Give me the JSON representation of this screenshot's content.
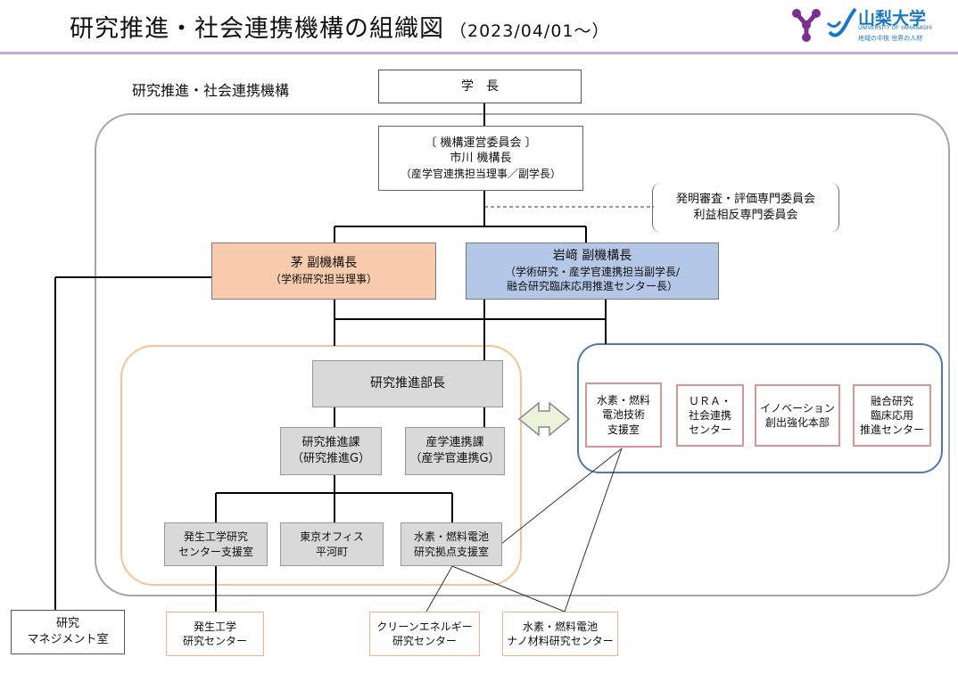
{
  "header": {
    "title": "研究推進・社会連携機構の組織図",
    "date": "（2023/04/01～）"
  },
  "logo": {
    "name": "山梨大学",
    "english": "UNIVERSITY OF YAMANASHI",
    "tagline": "地域の中核 世界の人材"
  },
  "org_label": "研究推進・社会連携機構",
  "nodes": {
    "president": "学　長",
    "committee": {
      "line1": "〔 機構運営委員会 〕",
      "line2": "市川 機構長",
      "line3": "（産学官連携担当理事／副学長）"
    },
    "review": {
      "line1": "発明審査・評価専門委員会",
      "line2": "利益相反専門委員会"
    },
    "vice1": {
      "line1": "茅 副機構長",
      "line2": "（学術研究担当理事）"
    },
    "vice2": {
      "line1": "岩﨑 副機構長",
      "line2": "（学術研究・産学官連携担当副学長/",
      "line3": "融合研究臨床応用推進センター長）"
    },
    "dept_head": "研究推進部長",
    "division1": {
      "line1": "研究推進課",
      "line2": "（研究推進G）"
    },
    "division2": {
      "line1": "産学連携課",
      "line2": "（産学官連携G）"
    },
    "office1": {
      "line1": "発生工学研究",
      "line2": "センター支援室"
    },
    "office2": {
      "line1": "東京オフィス",
      "line2": "平河町"
    },
    "office3": {
      "line1": "水素・燃料電池",
      "line2": "研究拠点支援室"
    },
    "center1": {
      "line1": "水素・燃料",
      "line2": "電池技術",
      "line3": "支援室"
    },
    "center2": {
      "line1": "ＵＲＡ・",
      "line2": "社会連携",
      "line3": "センター"
    },
    "center3": {
      "line1": "イノベーション",
      "line2": "創出強化本部"
    },
    "center4": {
      "line1": "融合研究",
      "line2": "臨床応用",
      "line3": "推進センター"
    },
    "mgmt": {
      "line1": "研究",
      "line2": "マネジメント室"
    },
    "ext1": {
      "line1": "発生工学",
      "line2": "研究センター"
    },
    "ext2": {
      "line1": "クリーンエネルギー",
      "line2": "研究センター"
    },
    "ext3": {
      "line1": "水素・燃料電池",
      "line2": "ナノ材料研究センター"
    }
  }
}
